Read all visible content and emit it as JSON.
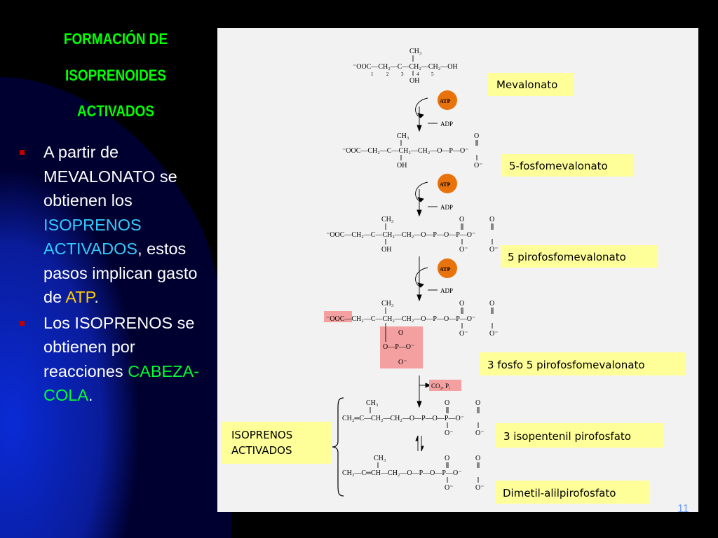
{
  "slide": {
    "title_lines": [
      "FORMACIÓN DE",
      "ISOPRENOIDES",
      "ACTIVADOS"
    ],
    "bullet1": {
      "p1": "A partir de MEVALONATO se obtienen los ",
      "p2": "ISOPRENOS ACTIVADOS",
      "p3": ", estos pasos implican gasto de ",
      "p4": "ATP",
      "p5": "."
    },
    "bullet2": {
      "p1": "Los ISOPRENOS se obtienen por reacciones ",
      "p2": "CABEZA-COLA",
      "p3": "."
    },
    "slide_number": "11"
  },
  "diagram": {
    "compounds": [
      {
        "label": "Mevalonato"
      },
      {
        "label": "5-fosfomevalonato"
      },
      {
        "label": "5 pirofosfomevalonato"
      },
      {
        "label": "3 fosfo 5 pirofosfomevalonato"
      },
      {
        "label": "3 isopentenil pirofosfato"
      },
      {
        "label": "Dimetil-alilpirofosfato"
      }
    ],
    "activated_label": [
      "ISOPRENOS",
      "ACTIVADOS"
    ],
    "cofactors": {
      "atp": "ATP",
      "adp": "ADP",
      "co2_pi": "CO₂, Pᵢ"
    },
    "colors": {
      "label_box": "#ffff99",
      "atp_circle": "#e8720c",
      "highlight": "#f4a0a0"
    }
  }
}
